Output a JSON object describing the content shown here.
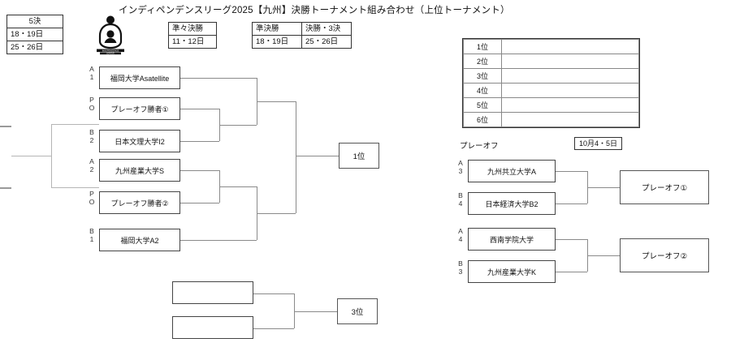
{
  "page": {
    "title": "インディペンデンスリーグ2025【九州】決勝トーナメント組み合わせ（上位トーナメント）"
  },
  "logo": {
    "name": "independence-league-logo",
    "line1": "INDEPENDENCE",
    "line2": "LEAGUE"
  },
  "schedule": {
    "fifth_place": {
      "header": "5決",
      "rows": [
        "18・19日",
        "25・26日"
      ]
    },
    "quarterfinal": {
      "header": "準々決勝",
      "date": "11・12日"
    },
    "semifinal": {
      "header": "準決勝",
      "date": "18・19日"
    },
    "final": {
      "header": "決勝・3決",
      "date": "25・26日"
    }
  },
  "main_bracket": {
    "entries": [
      {
        "seed_top": "A",
        "seed_bottom": "1",
        "team": "福岡大学Asatellite"
      },
      {
        "seed_top": "P",
        "seed_bottom": "O",
        "team": "プレーオフ勝者①"
      },
      {
        "seed_top": "B",
        "seed_bottom": "2",
        "team": "日本文理大学I2"
      },
      {
        "seed_top": "A",
        "seed_bottom": "2",
        "team": "九州産業大学S"
      },
      {
        "seed_top": "P",
        "seed_bottom": "O",
        "team": "プレーオフ勝者②"
      },
      {
        "seed_top": "B",
        "seed_bottom": "1",
        "team": "福岡大学A2"
      }
    ],
    "champion_box": "1位"
  },
  "third_place_bracket": {
    "slot_a": "",
    "slot_b": "",
    "result_box": "3位"
  },
  "rank_table": {
    "rows": [
      {
        "rank": "1位",
        "team": ""
      },
      {
        "rank": "2位",
        "team": ""
      },
      {
        "rank": "3位",
        "team": ""
      },
      {
        "rank": "4位",
        "team": ""
      },
      {
        "rank": "5位",
        "team": ""
      },
      {
        "rank": "6位",
        "team": ""
      }
    ]
  },
  "playoff": {
    "label": "プレーオフ",
    "date": "10月4・5日",
    "matches": [
      {
        "winner_box": "プレーオフ①",
        "teams": [
          {
            "seed_top": "A",
            "seed_bottom": "3",
            "team": "九州共立大学A"
          },
          {
            "seed_top": "B",
            "seed_bottom": "4",
            "team": "日本経済大学B2"
          }
        ]
      },
      {
        "winner_box": "プレーオフ②",
        "teams": [
          {
            "seed_top": "A",
            "seed_bottom": "4",
            "team": "西南学院大学"
          },
          {
            "seed_top": "B",
            "seed_bottom": "3",
            "team": "九州産業大学K"
          }
        ]
      }
    ]
  }
}
